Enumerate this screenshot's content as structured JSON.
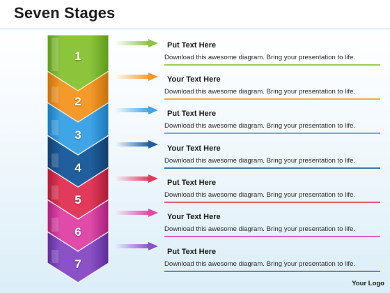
{
  "title": "Seven Stages",
  "logo": "Your Logo",
  "stages": [
    {
      "number": "1",
      "heading": "Put Text Here",
      "body": "Download this awesome diagram. Bring your presentation to life.",
      "color": "#8cc43c",
      "dark": "#5e9a1a"
    },
    {
      "number": "2",
      "heading": "Your Text Here",
      "body": "Download this awesome diagram. Bring your presentation to life.",
      "color": "#f39a2a",
      "dark": "#c8700c"
    },
    {
      "number": "3",
      "heading": "Put Text Here",
      "body": "Download this awesome diagram. Bring your presentation to life.",
      "color": "#3fa5e6",
      "dark": "#1a78b8"
    },
    {
      "number": "4",
      "heading": "Your Text Here",
      "body": "Download this awesome diagram. Bring your presentation to life.",
      "color": "#1f5f9e",
      "dark": "#123e6d"
    },
    {
      "number": "5",
      "heading": "Put Text Here",
      "body": "Download this awesome diagram. Bring your presentation to life.",
      "color": "#e23a5a",
      "dark": "#a91c37"
    },
    {
      "number": "6",
      "heading": "Your Text Here",
      "body": "Download this awesome diagram. Bring your presentation to life.",
      "color": "#e04aa8",
      "dark": "#a82079"
    },
    {
      "number": "7",
      "heading": "Put Text Here",
      "body": "Download this awesome diagram. Bring your presentation to life.",
      "color": "#8b52c8",
      "dark": "#5e2c96"
    }
  ]
}
